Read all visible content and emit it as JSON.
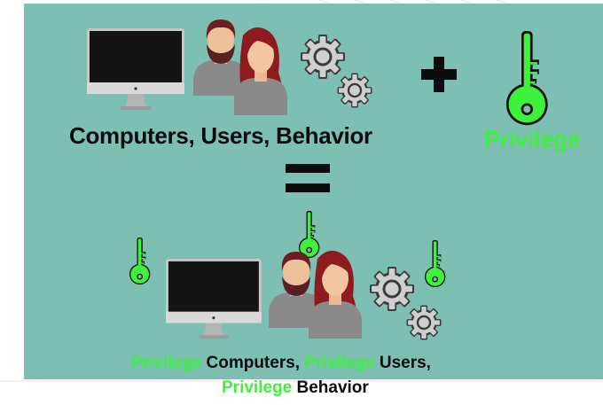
{
  "colors": {
    "panel_bg": "#7dbfb2",
    "privilege_green": "#3ef13a",
    "text_dark": "#0c0c0c"
  },
  "top": {
    "left_caption": "Computers, Users, Behavior",
    "plus_symbol": "+",
    "right_caption": "Privilege"
  },
  "equals_symbol": "=",
  "result": {
    "line1": {
      "word1": "Privilege",
      "word2": " Computers, ",
      "word3": "Privilege",
      "word4": " Users,"
    },
    "line2": {
      "word1": "Privilege",
      "word2": " Behavior"
    }
  },
  "icons": [
    "monitor-icon",
    "man-icon",
    "woman-icon",
    "gears-icon",
    "key-icon"
  ]
}
